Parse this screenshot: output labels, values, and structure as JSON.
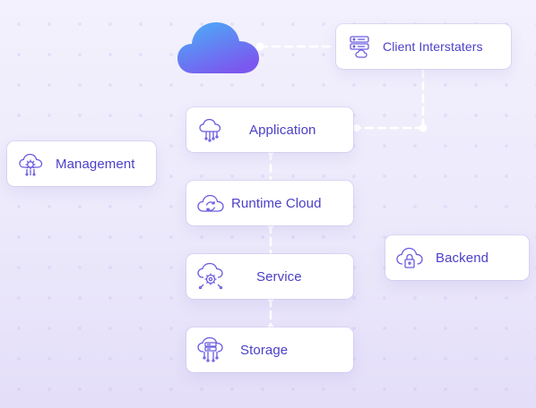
{
  "cards": {
    "client": {
      "label": "Client Interstaters",
      "icon": "server-cloud-icon"
    },
    "application": {
      "label": "Application",
      "icon": "cloud-circuit-icon"
    },
    "management": {
      "label": "Management",
      "icon": "cloud-gear-icon"
    },
    "runtime": {
      "label": "Runtime Cloud",
      "icon": "cloud-sync-icon"
    },
    "service": {
      "label": "Service",
      "icon": "cloud-settings-icon"
    },
    "backend": {
      "label": "Backend",
      "icon": "cloud-lock-icon"
    },
    "storage": {
      "label": "Storage",
      "icon": "cloud-database-icon"
    }
  },
  "colors": {
    "accent": "#4b3fc8",
    "cloud_top": "#4fa7f7",
    "cloud_bottom": "#7a5cf0",
    "icon_stroke": "#6a5ce0",
    "connector": "#ffffff"
  },
  "main_icon": "cloud-icon"
}
